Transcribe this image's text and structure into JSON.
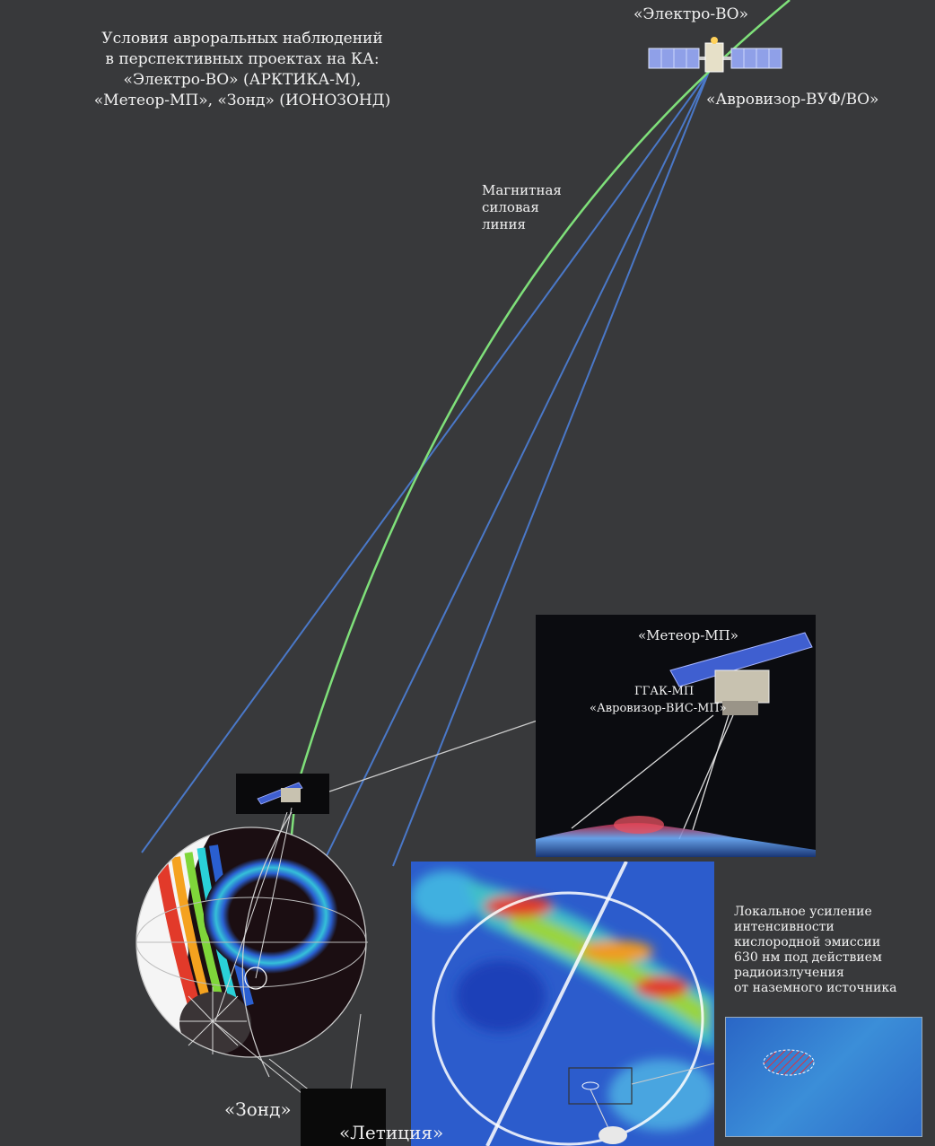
{
  "title": {
    "lines": [
      "Условия авроральных наблюдений",
      "в перспективных проектах на КА:",
      "«Электро-ВО» (АРКТИКА-М),",
      "«Метеор-МП», «Зонд» (ИОНОЗОНД)"
    ]
  },
  "labels": {
    "electro": "«Электро-ВО»",
    "aurovisor_vuf": "«Авровизор-ВУФ/ВО»",
    "magnetic_line": [
      "Магнитная",
      "силовая",
      "линия"
    ],
    "meteor": "«Метеор-МП»",
    "gtak": "ГГАК-МП",
    "aurovisor_vis": "«Авровизор-ВИС-МП»",
    "zond": "«Зонд»",
    "letitia": "«Летиция»"
  },
  "local_note": {
    "lines": [
      "Локальное усиление",
      "интенсивности",
      "кислородной эмиссии",
      "630 нм под действием",
      "радиоизлучения",
      "от наземного источника"
    ]
  },
  "colors": {
    "background": "#38393b",
    "magnetic_line": "#7fe07a",
    "view_line": "#4a78c8",
    "label": "#f2f2f2"
  }
}
